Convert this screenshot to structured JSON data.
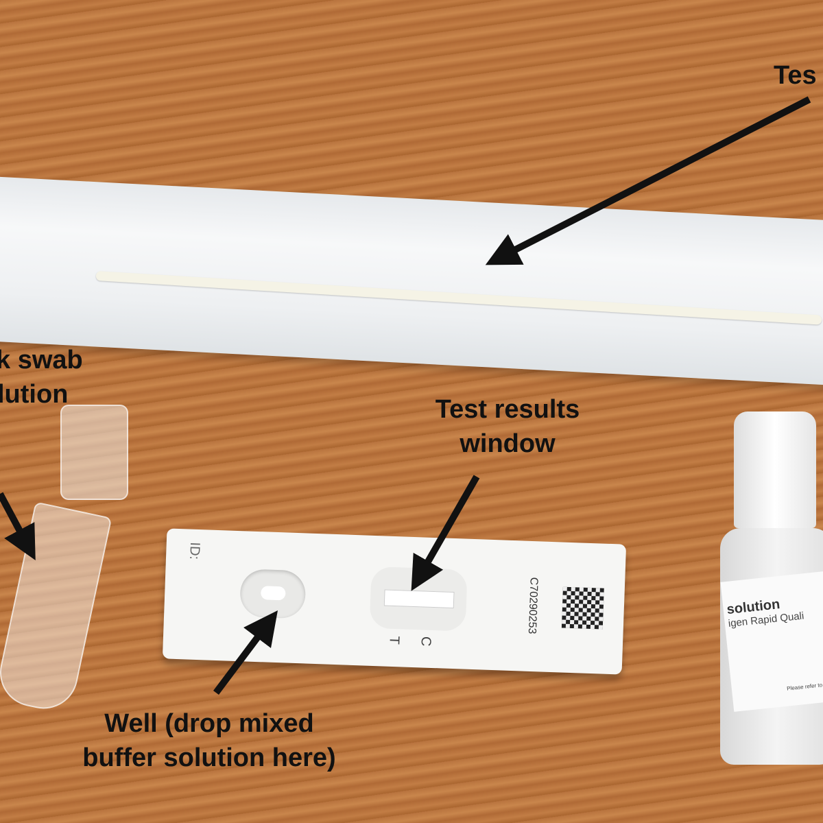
{
  "labels": {
    "swab_top": "Tes",
    "tube_line1": "k swab",
    "tube_line2": "lution",
    "results_line1": "Test results",
    "results_line2": "window",
    "well_line1": "Well (drop mixed",
    "well_line2": "buffer solution here)"
  },
  "cassette": {
    "id_label": "ID:",
    "serial": "C70290253",
    "c_mark": "C",
    "t_mark": "T"
  },
  "bottle": {
    "label_line1": "solution",
    "label_line2": "igen Rapid Quali",
    "label_small": "Please refer to"
  },
  "colors": {
    "wood": "#b8733e",
    "arrow": "#111111",
    "package": "#eef0f2"
  }
}
